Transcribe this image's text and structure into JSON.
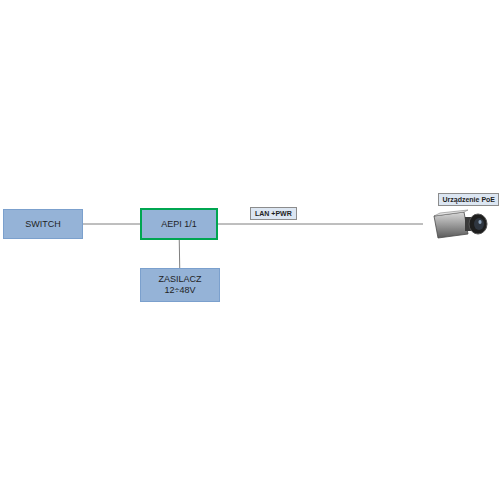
{
  "diagram": {
    "nodes": [
      {
        "text": [
          "SWITCH"
        ]
      },
      {
        "text": [
          "AEPI 1/1"
        ]
      },
      {
        "text": [
          "ZASILACZ 12÷48V"
        ]
      },
      {
        "text": [
          "Urządzenie PoE"
        ]
      }
    ],
    "edges": [
      {
        "from": 0,
        "to": 1,
        "arrow": "none"
      },
      {
        "from": 1,
        "to": 3,
        "label": "LAN +PWR",
        "arrow": "none"
      },
      {
        "from": 1,
        "to": 2,
        "arrow": "none"
      }
    ]
  }
}
